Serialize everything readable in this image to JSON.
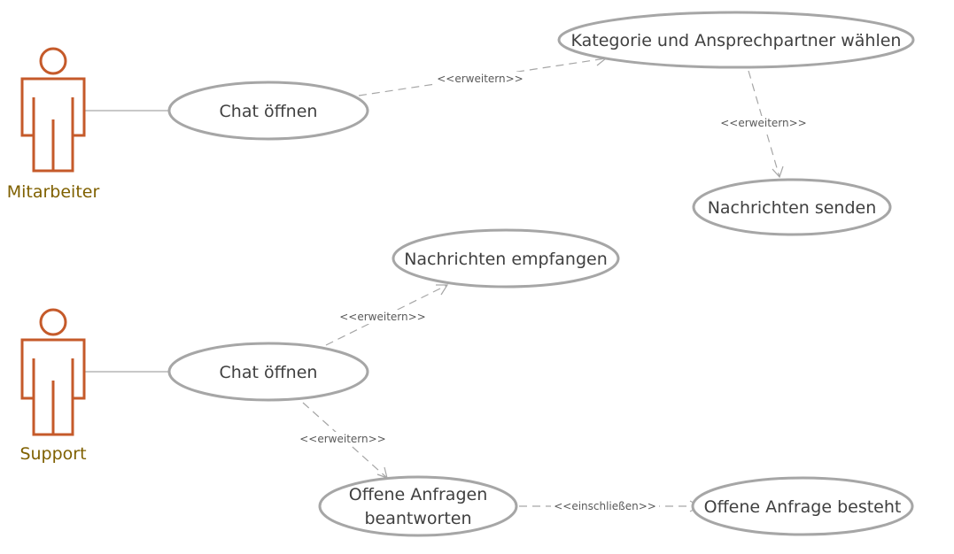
{
  "actors": {
    "mitarbeiter": "Mitarbeiter",
    "support": "Support"
  },
  "use_cases": {
    "chat_oeffnen_mitarbeiter": "Chat öffnen",
    "kategorie_waehlen": "Kategorie und Ansprechpartner wählen",
    "nachrichten_senden": "Nachrichten senden",
    "nachrichten_empfangen": "Nachrichten empfangen",
    "chat_oeffnen_support": "Chat öffnen",
    "offene_anfragen_line1": "Offene Anfragen",
    "offene_anfragen_line2": "beantworten",
    "offene_anfrage_besteht": "Offene Anfrage besteht"
  },
  "relations": {
    "chat_to_kategorie": "<<erweitern>>",
    "kategorie_to_senden": "<<erweitern>>",
    "support_chat_to_empfangen": "<<erweitern>>",
    "support_chat_to_anfragen": "<<erweitern>>",
    "anfragen_to_besteht": "<<einschließen>>"
  },
  "colors": {
    "actor_stroke": "#c55a2a",
    "actor_label": "#7f6000",
    "ellipse_stroke": "#a6a6a6",
    "text": "#404040"
  }
}
